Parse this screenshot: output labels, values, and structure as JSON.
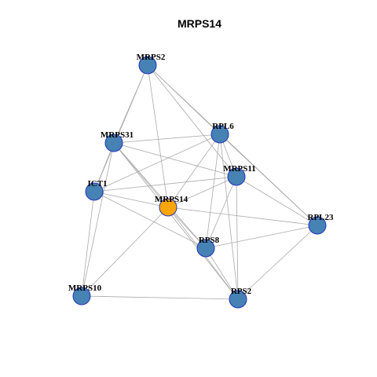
{
  "title": "MRPS14",
  "colors": {
    "node_default": "#4682B4",
    "node_highlight": "#FFA500",
    "node_border": "#2233BB",
    "edge": "#AAAAAA"
  },
  "nodes": [
    {
      "id": "MRPS2",
      "label": "MRPS2",
      "highlight": false
    },
    {
      "id": "RPL6",
      "label": "RPL6",
      "highlight": false
    },
    {
      "id": "MRPS31",
      "label": "MRPS31",
      "highlight": false
    },
    {
      "id": "MRPS11",
      "label": "MRPS11",
      "highlight": false
    },
    {
      "id": "ICT1",
      "label": "ICT1",
      "highlight": false
    },
    {
      "id": "MRPS14",
      "label": "MRPS14",
      "highlight": true
    },
    {
      "id": "RPL23",
      "label": "RPL23",
      "highlight": false
    },
    {
      "id": "RPS8",
      "label": "RPS8",
      "highlight": false
    },
    {
      "id": "MRPS10",
      "label": "MRPS10",
      "highlight": false
    },
    {
      "id": "RPS2",
      "label": "RPS2",
      "highlight": false
    }
  ],
  "edges": [
    [
      "MRPS2",
      "MRPS31"
    ],
    [
      "MRPS2",
      "ICT1"
    ],
    [
      "MRPS2",
      "MRPS14"
    ],
    [
      "MRPS2",
      "RPL6"
    ],
    [
      "MRPS2",
      "MRPS11"
    ],
    [
      "MRPS2",
      "RPL23"
    ],
    [
      "MRPS31",
      "RPL6"
    ],
    [
      "MRPS31",
      "MRPS11"
    ],
    [
      "MRPS31",
      "MRPS14"
    ],
    [
      "MRPS31",
      "RPS8"
    ],
    [
      "MRPS31",
      "RPS2"
    ],
    [
      "MRPS31",
      "MRPS10"
    ],
    [
      "MRPS31",
      "ICT1"
    ],
    [
      "ICT1",
      "RPL6"
    ],
    [
      "ICT1",
      "MRPS14"
    ],
    [
      "ICT1",
      "RPS8"
    ],
    [
      "ICT1",
      "MRPS10"
    ],
    [
      "ICT1",
      "MRPS11"
    ],
    [
      "MRPS14",
      "RPL6"
    ],
    [
      "MRPS14",
      "MRPS11"
    ],
    [
      "MRPS14",
      "RPL23"
    ],
    [
      "MRPS14",
      "RPS8"
    ],
    [
      "MRPS14",
      "MRPS10"
    ],
    [
      "MRPS14",
      "RPS2"
    ],
    [
      "RPL6",
      "MRPS11"
    ],
    [
      "RPL6",
      "RPS8"
    ],
    [
      "RPL6",
      "RPS2"
    ],
    [
      "RPL6",
      "RPL23"
    ],
    [
      "MRPS11",
      "RPS8"
    ],
    [
      "MRPS11",
      "RPS2"
    ],
    [
      "MRPS11",
      "RPL23"
    ],
    [
      "RPL23",
      "RPS8"
    ],
    [
      "RPL23",
      "RPS2"
    ],
    [
      "RPS8",
      "RPS2"
    ],
    [
      "MRPS10",
      "RPS2"
    ]
  ]
}
